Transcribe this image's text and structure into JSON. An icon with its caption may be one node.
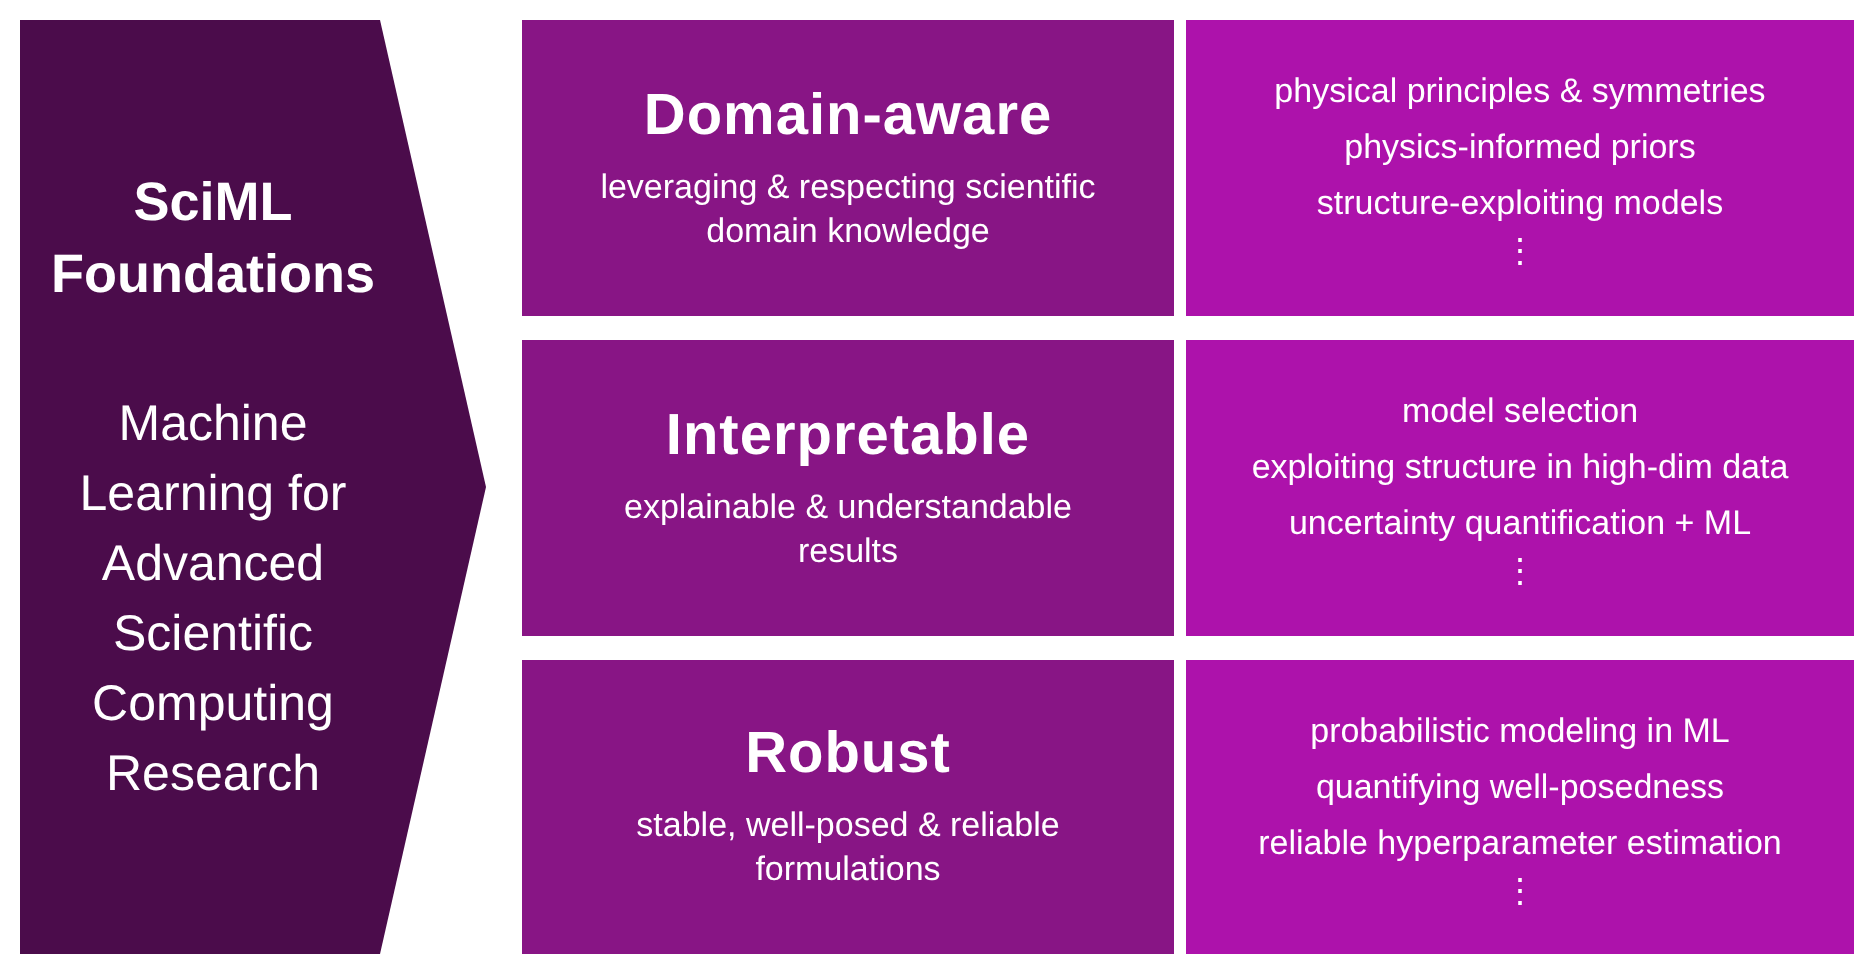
{
  "diagram": {
    "nodes": [
      {
        "text": [
          "SciML Foundations",
          "Machine Learning for Advanced Scientific Computing Research"
        ]
      },
      {
        "text": [
          "Domain-aware",
          "leveraging & respecting scientific domain knowledge"
        ]
      },
      {
        "text": [
          "physical principles & symmetries",
          "physics-informed priors",
          "structure-exploiting models",
          "⋮"
        ]
      },
      {
        "text": [
          "Interpretable",
          "explainable & understandable results"
        ]
      },
      {
        "text": [
          "model selection",
          "exploiting structure in high-dim data",
          "uncertainty quantification + ML",
          "⋮"
        ]
      },
      {
        "text": [
          "Robust",
          "stable, well-posed & reliable formulations"
        ]
      },
      {
        "text": [
          "probabilistic modeling in ML",
          "quantifying well-posedness",
          "reliable hyperparameter estimation",
          "⋮"
        ]
      }
    ]
  }
}
